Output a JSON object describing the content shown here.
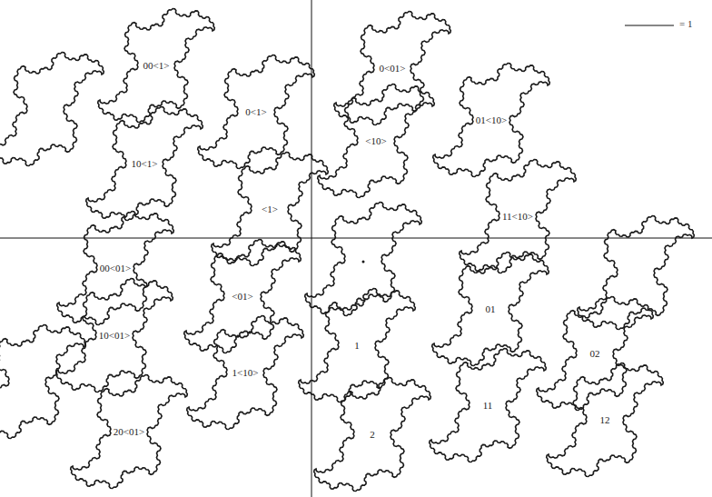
{
  "diagram": {
    "nodes": [
      {
        "text": [
          "00<1>"
        ]
      },
      {
        "text": [
          "0<1>"
        ]
      },
      {
        "text": [
          "0<01>"
        ]
      },
      {
        "text": [
          "10<1>"
        ]
      },
      {
        "text": [
          "<10>"
        ]
      },
      {
        "text": [
          "01<10>"
        ]
      },
      {
        "text": [
          "<1>"
        ]
      },
      {
        "text": [
          "11<10>"
        ]
      },
      {
        "text": [
          "00<01>"
        ]
      },
      {
        "text": [
          "<01>"
        ]
      },
      {
        "text": [
          "10<01>"
        ]
      },
      {
        "text": [
          "01"
        ]
      },
      {
        "text": [
          "1"
        ]
      },
      {
        "text": [
          "1<10>"
        ]
      },
      {
        "text": [
          "11"
        ]
      },
      {
        "text": [
          "02"
        ]
      },
      {
        "text": [
          "20<01>"
        ]
      },
      {
        "text": [
          "2"
        ]
      },
      {
        "text": [
          "12"
        ]
      }
    ],
    "legend": [
      {
        "text": "= 1"
      }
    ]
  }
}
